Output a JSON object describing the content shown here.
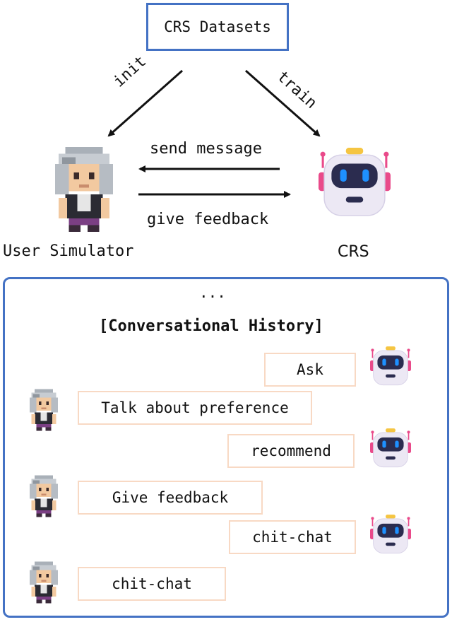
{
  "datasets": {
    "label": "CRS Datasets"
  },
  "edges": {
    "init": "init",
    "train": "train",
    "send": "send message",
    "feedback": "give feedback"
  },
  "actors": {
    "user": {
      "label": "User Simulator",
      "icon": "pixel-person-icon"
    },
    "crs": {
      "label": "CRS",
      "icon": "robot-icon"
    }
  },
  "colors": {
    "frame": "#4472c4",
    "bubble_border": "#f8d9c4",
    "robot_accent": "#e94a8a",
    "robot_eyes": "#1e90ff"
  },
  "history": {
    "ellipsis": "...",
    "title": "[Conversational History]",
    "turns": [
      {
        "speaker": "crs",
        "text": "Ask"
      },
      {
        "speaker": "user",
        "text": "Talk about preference"
      },
      {
        "speaker": "crs",
        "text": "recommend"
      },
      {
        "speaker": "user",
        "text": "Give feedback"
      },
      {
        "speaker": "crs",
        "text": "chit-chat"
      },
      {
        "speaker": "user",
        "text": "chit-chat"
      }
    ]
  }
}
